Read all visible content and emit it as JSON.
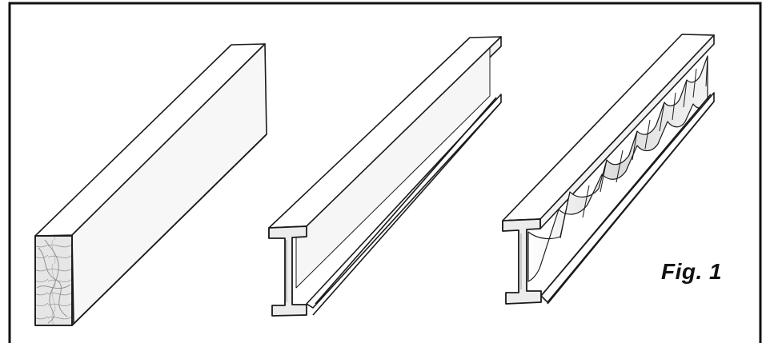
{
  "figure": {
    "label": "Fig. 1"
  },
  "colors": {
    "ink": "#1a1a1a",
    "paper": "#ffffff",
    "shade_light": "#f3f3f3",
    "shade_mid": "#e2e2e2",
    "shade_dark": "#cfcfcf"
  },
  "beams": [
    {
      "kind": "rectangular-timber-beam"
    },
    {
      "kind": "steel-i-beam"
    },
    {
      "kind": "corrugated-web-i-beam"
    }
  ]
}
